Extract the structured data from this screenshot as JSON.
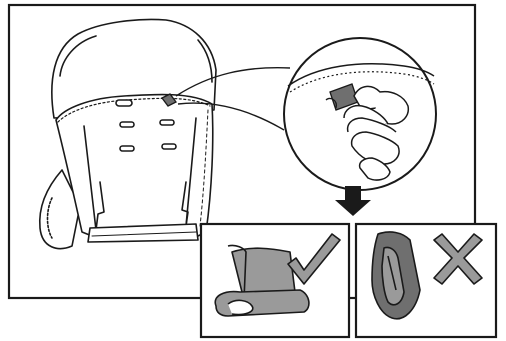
{
  "figure": {
    "main_panel": {
      "subject": "seat-cover-back-with-elastic-loops"
    },
    "zoom_callout": {
      "subject": "fingers-holding-folded-tab-at-seam"
    },
    "arrow": {
      "direction": "down"
    },
    "correct_panel": {
      "verdict": "correct",
      "mark_icon": "check-mark-icon"
    },
    "incorrect_panel": {
      "verdict": "incorrect",
      "mark_icon": "cross-mark-icon"
    },
    "colors": {
      "line": "#1a1a1a",
      "fill": "#ffffff",
      "tab_grey": "#9a9a9a",
      "tab_dark": "#6f6f6f"
    }
  }
}
